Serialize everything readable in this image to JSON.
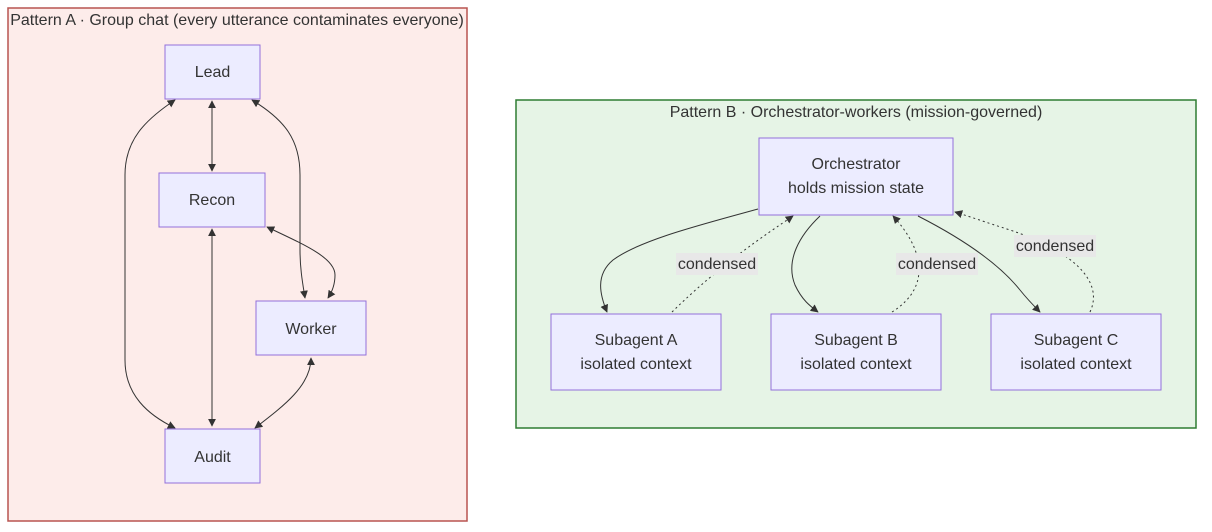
{
  "patterns": {
    "a": {
      "title": "Pattern A · Group chat (every utterance contaminates everyone)",
      "fill": "#fdecea",
      "stroke": "#b85450",
      "nodes": {
        "lead": "Lead",
        "recon": "Recon",
        "worker": "Worker",
        "audit": "Audit"
      }
    },
    "b": {
      "title": "Pattern B · Orchestrator-workers (mission-governed)",
      "fill": "#e6f4e6",
      "stroke": "#2e7d32",
      "orchestrator": {
        "line1": "Orchestrator",
        "line2": "holds mission state"
      },
      "subagents": [
        {
          "line1": "Subagent A",
          "line2": "isolated context"
        },
        {
          "line1": "Subagent B",
          "line2": "isolated context"
        },
        {
          "line1": "Subagent C",
          "line2": "isolated context"
        }
      ],
      "edge_label": "condensed"
    }
  },
  "colors": {
    "node_fill": "#ececff",
    "node_stroke": "#9370db",
    "edge": "#333333",
    "label_bg": "#e8e8e8"
  }
}
